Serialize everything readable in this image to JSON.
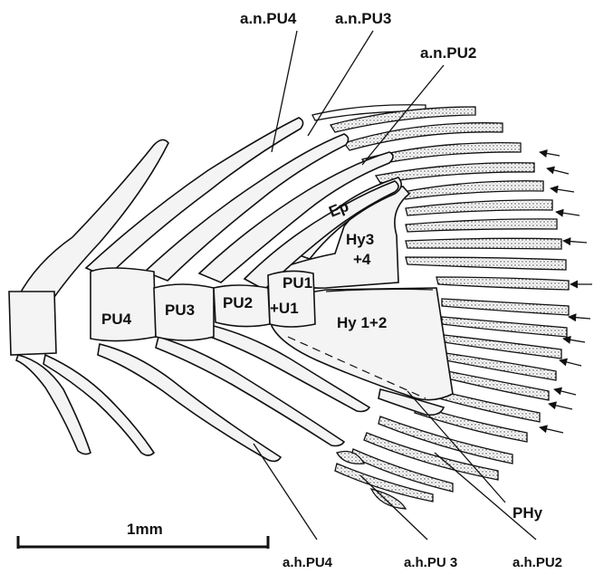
{
  "labels": {
    "anPU4": "a.n.PU4",
    "anPU3": "a.n.PU3",
    "anPU2": "a.n.PU2",
    "ep": "Ep",
    "hy34_a": "Hy3",
    "hy34_b": "+4",
    "pu1_a": "PU1",
    "pu1_b": "+U1",
    "hy12": "Hy 1+2",
    "pu4": "PU4",
    "pu3": "PU3",
    "pu2": "PU2",
    "phy": "PHy",
    "ahPU4": "a.h.PU4",
    "ahPU3": "a.h.PU 3",
    "ahPU2": "a.h.PU2"
  },
  "scale_bar": {
    "label": "1mm"
  }
}
